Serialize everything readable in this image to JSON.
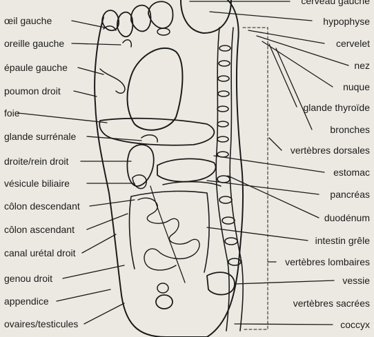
{
  "colors": {
    "paper": "#ece9e2",
    "ink": "#1a1a1a"
  },
  "labels_left": [
    "œil gauche",
    "oreille gauche",
    "épaule gauche",
    "poumon droit",
    "foie",
    "glande surrénale",
    "droite/rein droit",
    "vésicule biliaire",
    "côlon descendant",
    "côlon ascendant",
    "canal urétal droit",
    "genou droit",
    "appendice",
    "ovaires/testicules"
  ],
  "labels_right": [
    "cerveau gauche",
    "hypophyse",
    "cervelet",
    "nez",
    "nuque",
    "glande thyroïde",
    "bronches",
    "vertèbres dorsales",
    "estomac",
    "pancréas",
    "duodénum",
    "intestin grêle",
    "vertèbres lombaires",
    "vessie",
    "vertèbres sacrées",
    "coccyx"
  ]
}
